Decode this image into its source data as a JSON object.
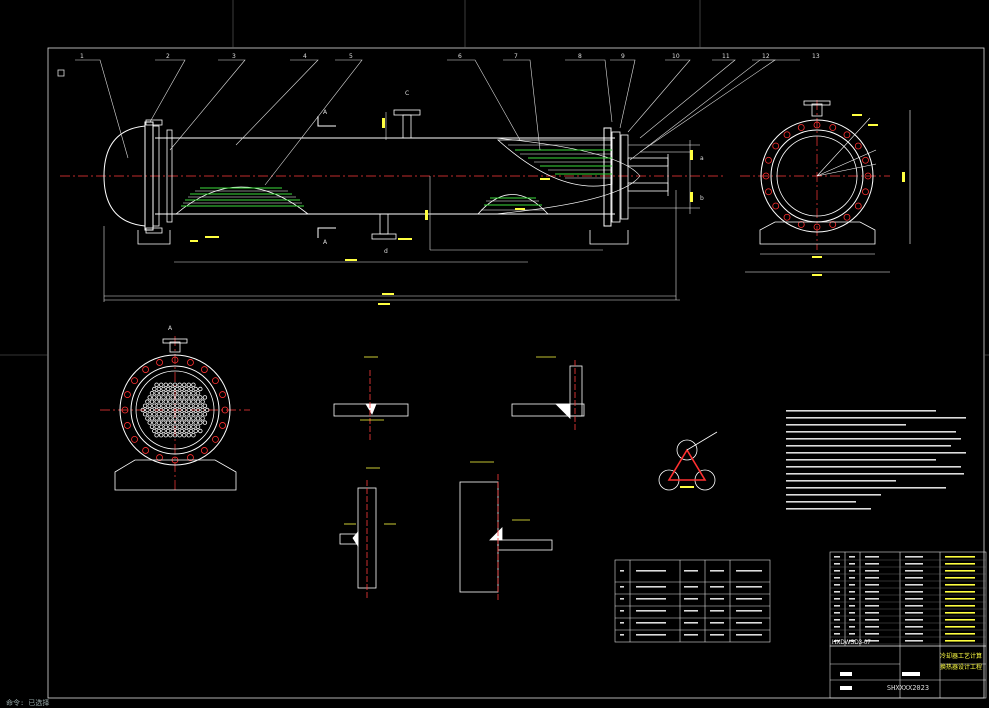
{
  "drawing": {
    "callouts": [
      "1",
      "2",
      "3",
      "4",
      "5",
      "6",
      "7",
      "8",
      "9",
      "10",
      "11",
      "12",
      "13"
    ],
    "section_label": "A",
    "nozzle_labels": [
      "C",
      "a",
      "b",
      "d",
      "A"
    ],
    "title_block": {
      "drawing_no": "HXDWSD3-07",
      "project": "冷却器工艺计算",
      "subtitle": "换热器设计工程",
      "code": "SHXXXX2023"
    },
    "status_bar": "命令: 已选择"
  },
  "colors": {
    "background": "#000000",
    "outline": "#ffffff",
    "centerline": "#ff3b3b",
    "tube": "#3ddc3d",
    "annotation": "#ffff40",
    "highlight": "#ff3030"
  }
}
